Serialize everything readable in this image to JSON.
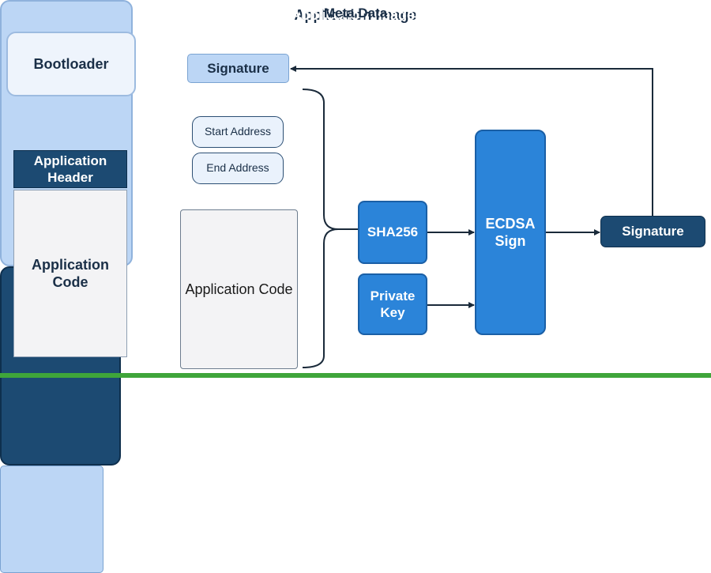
{
  "left_column": {
    "bootloader": "Bootloader",
    "application_image": "Application Image",
    "application_header": "Application Header",
    "application_code": "Application Code"
  },
  "middle_column": {
    "application_header": "Application Header",
    "signature": "Signature",
    "meta_data": "Meta Data",
    "start_address": "Start Address",
    "end_address": "End Address",
    "application_code": "Application Code"
  },
  "process": {
    "sha256": "SHA256",
    "private_key": "Private Key",
    "ecdsa_sign": "ECDSA Sign",
    "signature_output": "Signature"
  },
  "colors": {
    "dark_navy": "#1c4a72",
    "light_blue": "#bcd6f5",
    "bright_blue": "#2b84d9",
    "footer_green": "#3fa53a"
  }
}
